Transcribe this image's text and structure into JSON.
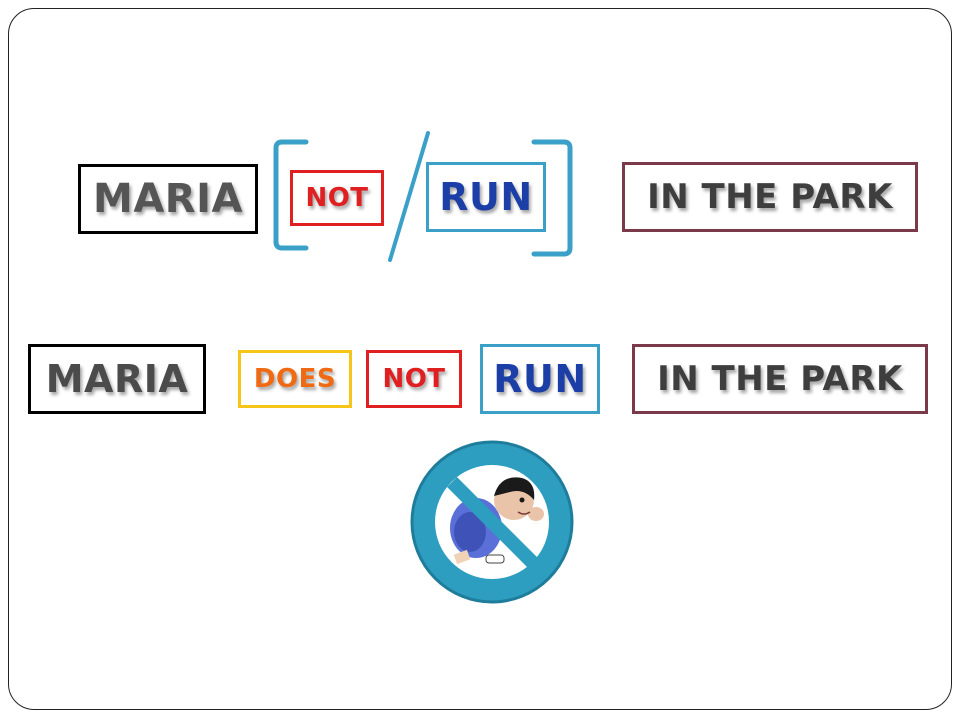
{
  "row1": {
    "subject": "MARIA",
    "negation": "NOT",
    "verb": "RUN",
    "place": "IN THE PARK"
  },
  "row2": {
    "subject": "MARIA",
    "auxiliary": "DOES",
    "negation": "NOT",
    "verb": "RUN",
    "place": "IN THE PARK"
  },
  "colors": {
    "subject_border": "#000000",
    "negation_border": "#e02020",
    "verb_border": "#3aa0c8",
    "place_border": "#7a3a4a",
    "auxiliary_border": "#f5c518",
    "bracket": "#3aa0c8",
    "no_sign": "#2e9ec0"
  },
  "icons": {
    "bracket": "square-bracket",
    "slash": "slash-line",
    "prohibition": "no-running-sign-icon"
  }
}
